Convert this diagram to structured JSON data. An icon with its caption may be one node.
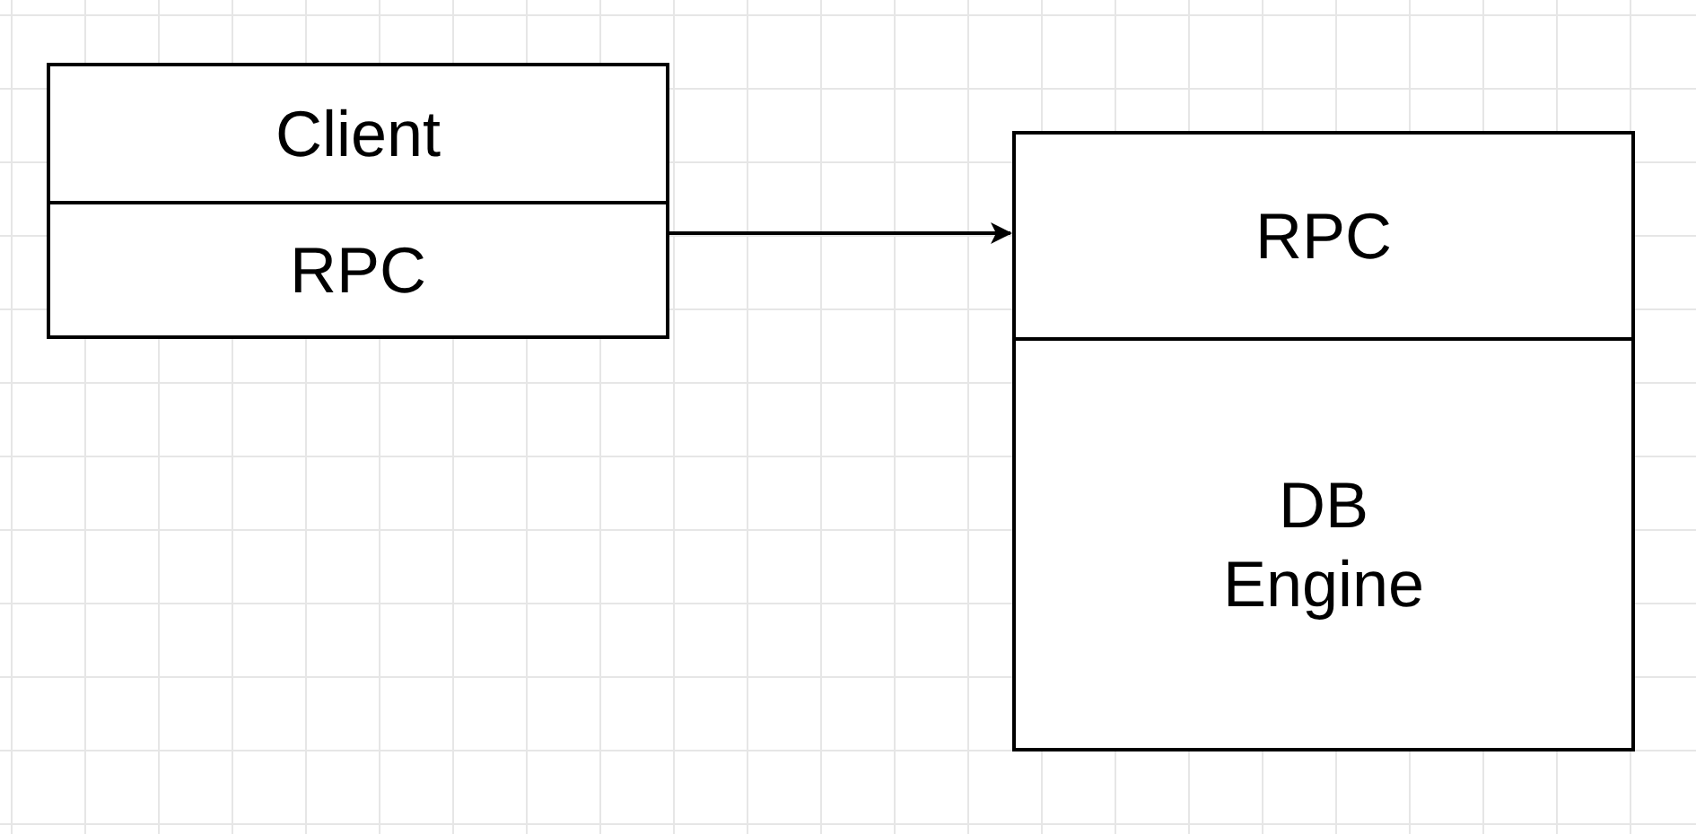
{
  "diagram": {
    "nodes": [
      {
        "text": [
          "Client"
        ]
      },
      {
        "text": [
          "RPC"
        ]
      },
      {
        "text": [
          "RPC"
        ]
      },
      {
        "text": [
          "DB Engine"
        ]
      }
    ],
    "edges": [
      {
        "from": 1,
        "to": 2,
        "arrow": "to"
      }
    ]
  }
}
